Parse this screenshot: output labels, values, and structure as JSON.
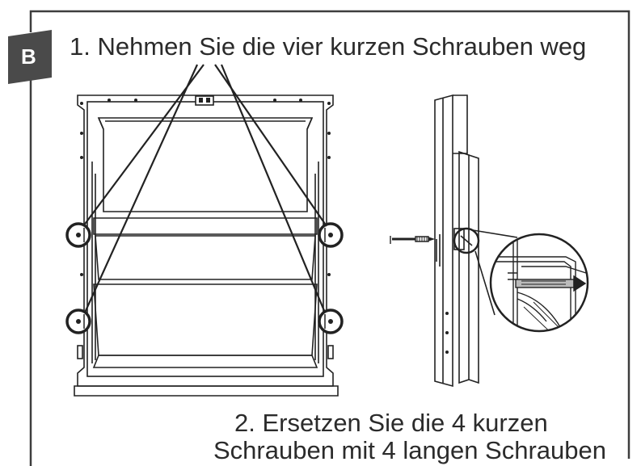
{
  "section": {
    "badge_label": "B",
    "badge_color": "#4a4a4a",
    "frame_color": "#3d3d3d"
  },
  "steps": {
    "step1": "1. Nehmen Sie die vier kurzen Schrauben weg",
    "step2_line1": "2. Ersetzen Sie die 4 kurzen",
    "step2_line2": "Schrauben mit 4 langen Schrauben"
  },
  "figure": {
    "front_view_icon": "door-panel-front-view",
    "side_view_icon": "door-panel-side-view",
    "screw_icon": "long-screw",
    "detail_icon": "magnified-screw-detail",
    "screw_count": 4
  }
}
